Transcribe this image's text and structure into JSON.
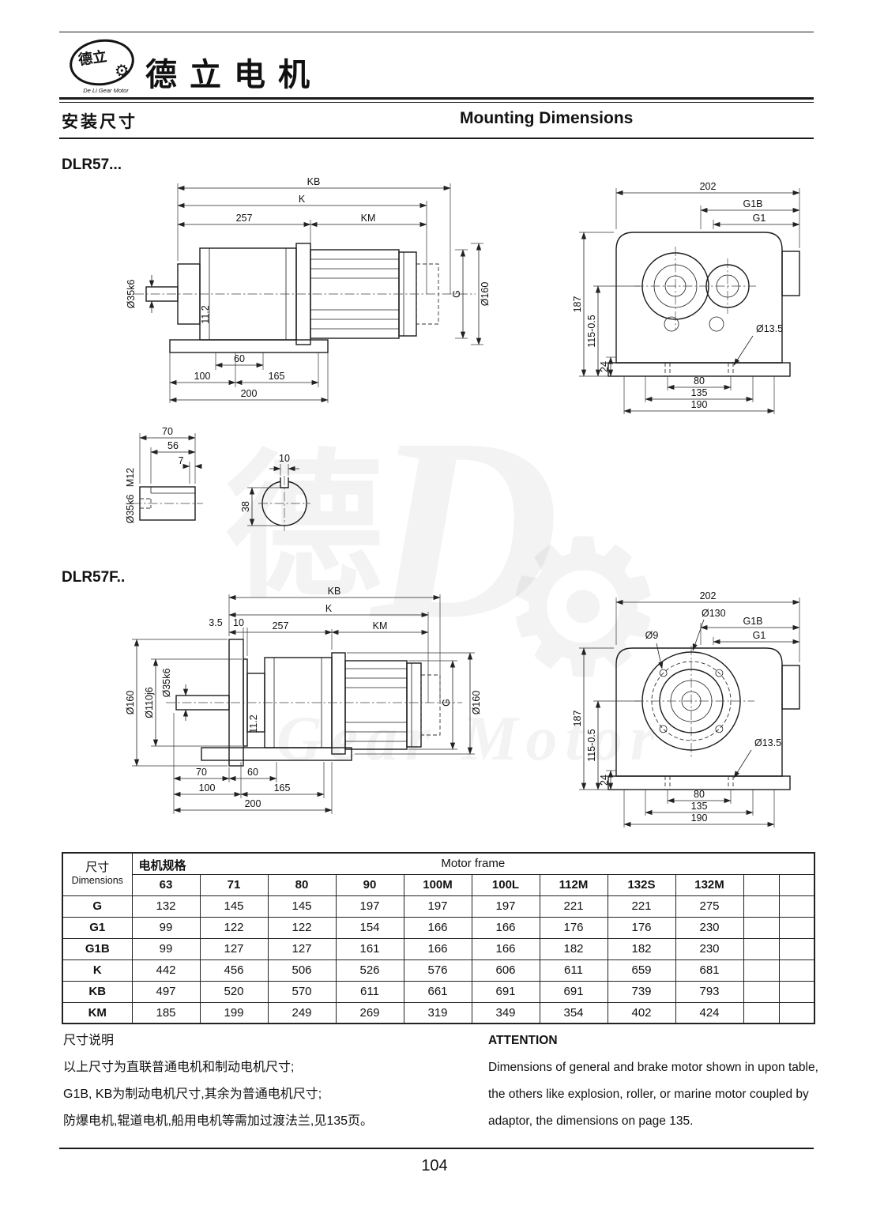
{
  "header": {
    "logo_chars": "德立",
    "logo_subtext": "De Li Gear Motor",
    "company_name": "德立电机"
  },
  "title": {
    "zh": "安装尺寸",
    "en": "Mounting Dimensions"
  },
  "sections": {
    "dlr57_label": "DLR57...",
    "dlr57f_label": "DLR57F.."
  },
  "watermark": {
    "char": "德",
    "letter": "D",
    "gear": "⚙",
    "text": "Gear Motor"
  },
  "drawings": {
    "dlr57_side": {
      "kb": "KB",
      "k": "K",
      "n257": "257",
      "km": "KM",
      "shaft_dia": "Ø35k6",
      "key_h": "11.2",
      "g": "G",
      "motor_dia": "Ø160",
      "n60": "60",
      "n100": "100",
      "n165": "165",
      "n200": "200"
    },
    "dlr57_front": {
      "n202": "202",
      "g1b": "G1B",
      "g1": "G1",
      "n187": "187",
      "n115": "115-0.5",
      "n24": "24",
      "hole": "Ø13.5",
      "n80": "80",
      "n135": "135",
      "n190": "190"
    },
    "shaft_detail": {
      "n70": "70",
      "n56": "56",
      "n7": "7",
      "m12": "M12",
      "dia": "Ø35k6",
      "n10": "10",
      "n38": "38"
    },
    "dlr57f_side": {
      "kb": "KB",
      "k": "K",
      "n257": "257",
      "km": "KM",
      "n35": "3.5",
      "n10": "10",
      "flange_dia": "Ø160",
      "pilot_dia": "Ø110j6",
      "shaft_dia": "Ø35k6",
      "key_h": "11.2",
      "g": "G",
      "motor_dia": "Ø160",
      "n70": "70",
      "n60": "60",
      "n100": "100",
      "n165": "165",
      "n200": "200"
    },
    "dlr57f_front": {
      "n202": "202",
      "d130": "Ø130",
      "g1b": "G1B",
      "g1": "G1",
      "d9": "Ø9",
      "n187": "187",
      "n115": "115-0.5",
      "n24": "24",
      "hole": "Ø13.5",
      "n80": "80",
      "n135": "135",
      "n190": "190"
    }
  },
  "table": {
    "col_header_zh": "尺寸",
    "col_header_en": "Dimensions",
    "group_zh": "电机规格",
    "group_en": "Motor frame",
    "frames": [
      "63",
      "71",
      "80",
      "90",
      "100M",
      "100L",
      "112M",
      "132S",
      "132M"
    ],
    "rows": [
      {
        "label": "G",
        "values": [
          "132",
          "145",
          "145",
          "197",
          "197",
          "197",
          "221",
          "221",
          "275"
        ]
      },
      {
        "label": "G1",
        "values": [
          "99",
          "122",
          "122",
          "154",
          "166",
          "166",
          "176",
          "176",
          "230"
        ]
      },
      {
        "label": "G1B",
        "values": [
          "99",
          "127",
          "127",
          "161",
          "166",
          "166",
          "182",
          "182",
          "230"
        ]
      },
      {
        "label": "K",
        "values": [
          "442",
          "456",
          "506",
          "526",
          "576",
          "606",
          "611",
          "659",
          "681"
        ]
      },
      {
        "label": "KB",
        "values": [
          "497",
          "520",
          "570",
          "611",
          "661",
          "691",
          "691",
          "739",
          "793"
        ]
      },
      {
        "label": "KM",
        "values": [
          "185",
          "199",
          "249",
          "269",
          "319",
          "349",
          "354",
          "402",
          "424"
        ]
      }
    ]
  },
  "notes_zh": {
    "title": "尺寸说明",
    "line1": "以上尺寸为直联普通电机和制动电机尺寸;",
    "line2": "G1B, KB为制动电机尺寸,其余为普通电机尺寸;",
    "line3": "防爆电机,辊道电机,船用电机等需加过渡法兰,见135页。"
  },
  "notes_en": {
    "title": "ATTENTION",
    "line1": "Dimensions of general and brake motor shown in upon table,",
    "line2": "the others like explosion, roller, or marine motor coupled by",
    "line3": "adaptor, the dimensions on page 135."
  },
  "footer": {
    "page_number": "104"
  }
}
